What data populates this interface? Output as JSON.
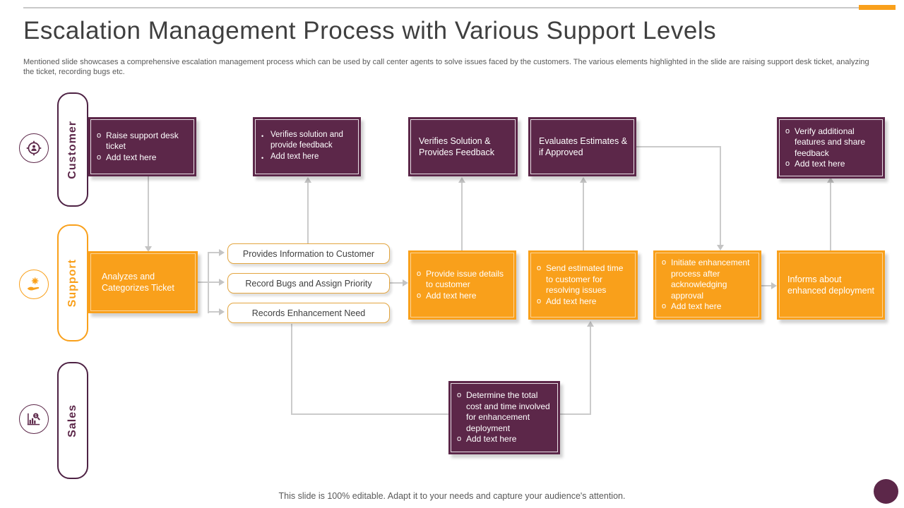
{
  "header": {
    "title": "Escalation Management Process with Various Support Levels",
    "subtitle": "Mentioned slide showcases a comprehensive escalation management process which can be used by call center agents to solve issues faced by the customers. The various elements highlighted in the slide are raising support desk ticket, analyzing the ticket, recording bugs etc."
  },
  "footer": {
    "text": "This slide is 100% editable. Adapt it to your needs and capture your audience's attention."
  },
  "colors": {
    "purple": "#5C2749",
    "orange": "#F9A01B",
    "connector": "#CBCBCB",
    "title_text": "#3F3F3F",
    "body_text": "#595959"
  },
  "glyphs": {
    "circle": "o",
    "dot": "•"
  },
  "lanes": {
    "customer": {
      "label": "Customer"
    },
    "support": {
      "label": "Support"
    },
    "sales": {
      "label": "Sales"
    }
  },
  "customer_row": {
    "raise_ticket": {
      "line1": "Raise support desk ticket",
      "line2": "Add text here"
    },
    "verifies_solution_feedback": {
      "line1": "Verifies solution and provide feedback",
      "line2": "Add text here"
    },
    "verifies_solution": {
      "text": "Verifies Solution & Provides Feedback"
    },
    "evaluates_estimates": {
      "text": "Evaluates Estimates & if Approved"
    },
    "verify_additional": {
      "line1": "Verify additional features and share feedback",
      "line2": "Add text here"
    }
  },
  "support_row": {
    "analyzes": {
      "text": "Analyzes and Categorizes Ticket"
    },
    "pills": [
      "Provides Information to Customer",
      "Record Bugs and Assign Priority",
      "Records Enhancement Need"
    ],
    "provide_issue": {
      "line1": "Provide issue details to customer",
      "line2": "Add text here"
    },
    "send_estimated": {
      "line1": "Send estimated time to customer for resolving issues",
      "line2": "Add text here"
    },
    "initiate_enhancement": {
      "line1": "Initiate enhancement process after acknowledging approval",
      "line2": "Add text here"
    },
    "informs": {
      "text": "Informs about enhanced deployment"
    }
  },
  "sales_row": {
    "determine_cost": {
      "line1": "Determine the total cost and time involved for enhancement deployment",
      "line2": "Add text here"
    }
  }
}
